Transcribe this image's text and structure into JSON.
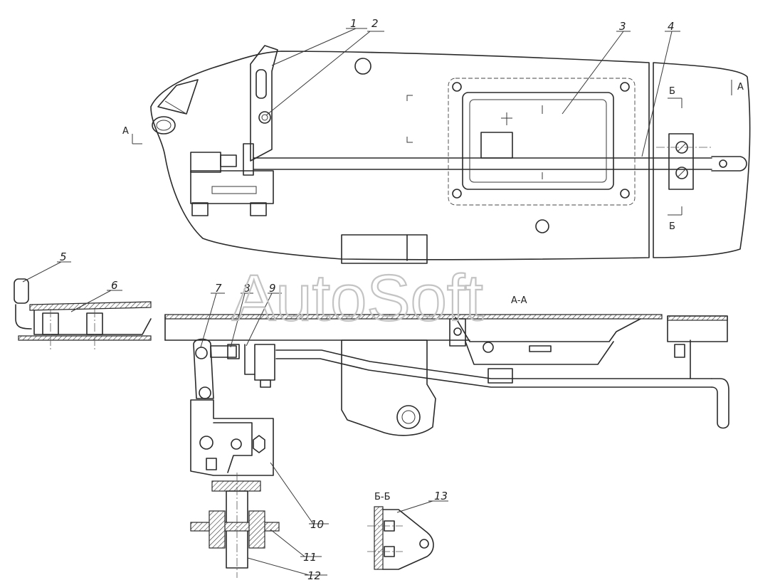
{
  "watermark": "AutoSoft",
  "callouts": {
    "c1": "1",
    "c2": "2",
    "c3": "3",
    "c4": "4",
    "c5": "5",
    "c6": "6",
    "c7": "7",
    "c8": "8",
    "c9": "9",
    "c10": "10",
    "c11": "11",
    "c12": "12",
    "c13": "13"
  },
  "section_marks": {
    "a_left": "А",
    "a_right": "А",
    "b_top": "Б",
    "b_bottom": "Б",
    "section_aa": "А-А",
    "section_bb": "Б-Б"
  }
}
